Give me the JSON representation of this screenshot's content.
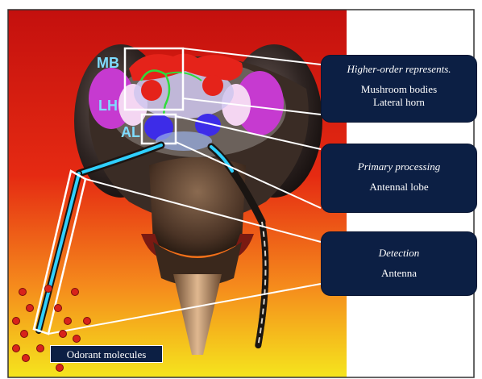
{
  "labels": {
    "mb": "MB",
    "lh": "LH",
    "al": "AL"
  },
  "callouts": [
    {
      "title": "Higher-order represents.",
      "lines": [
        "Mushroom bodies",
        "Lateral horn"
      ]
    },
    {
      "title": "Primary processing",
      "lines": [
        "Antennal lobe"
      ]
    },
    {
      "title": "Detection",
      "lines": [
        "Antenna"
      ]
    }
  ],
  "odorant_label": "Odorant molecules",
  "colors": {
    "background_top": "#c9120f",
    "background_bottom": "#f3e21a",
    "callout_fill": "#0c1f44",
    "label_color": "#7fdcff",
    "odorant_dot": "#d8231b",
    "antenna_highlight": "#2fd0ff"
  }
}
